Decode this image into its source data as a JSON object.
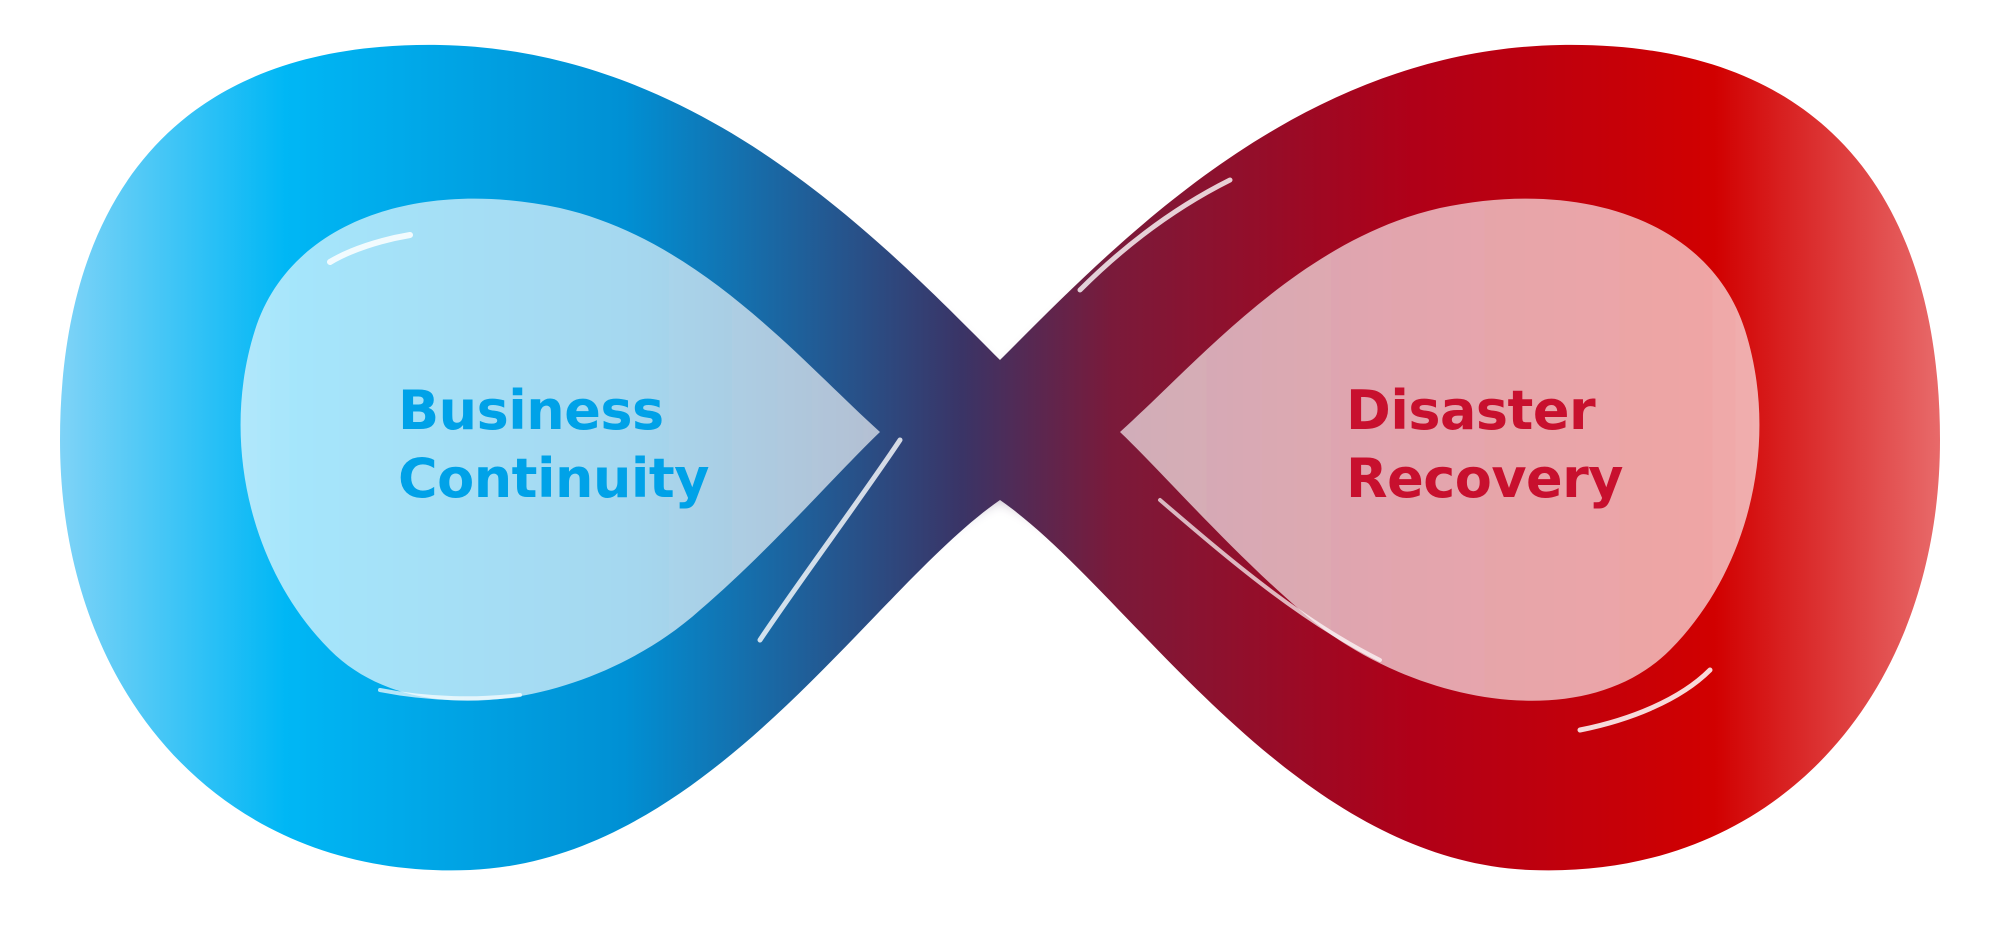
{
  "left_loop": {
    "label_lines": [
      "Business",
      "Continuity"
    ],
    "color": "#00a2e8"
  },
  "right_loop": {
    "label_lines": [
      "Disaster",
      "Recovery"
    ],
    "color": "#c8102e"
  },
  "gradient": {
    "start_color": "#00b7f5",
    "mid_color": "#4a2a5e",
    "end_color": "#cc0000"
  },
  "icon": "infinity-symbol"
}
